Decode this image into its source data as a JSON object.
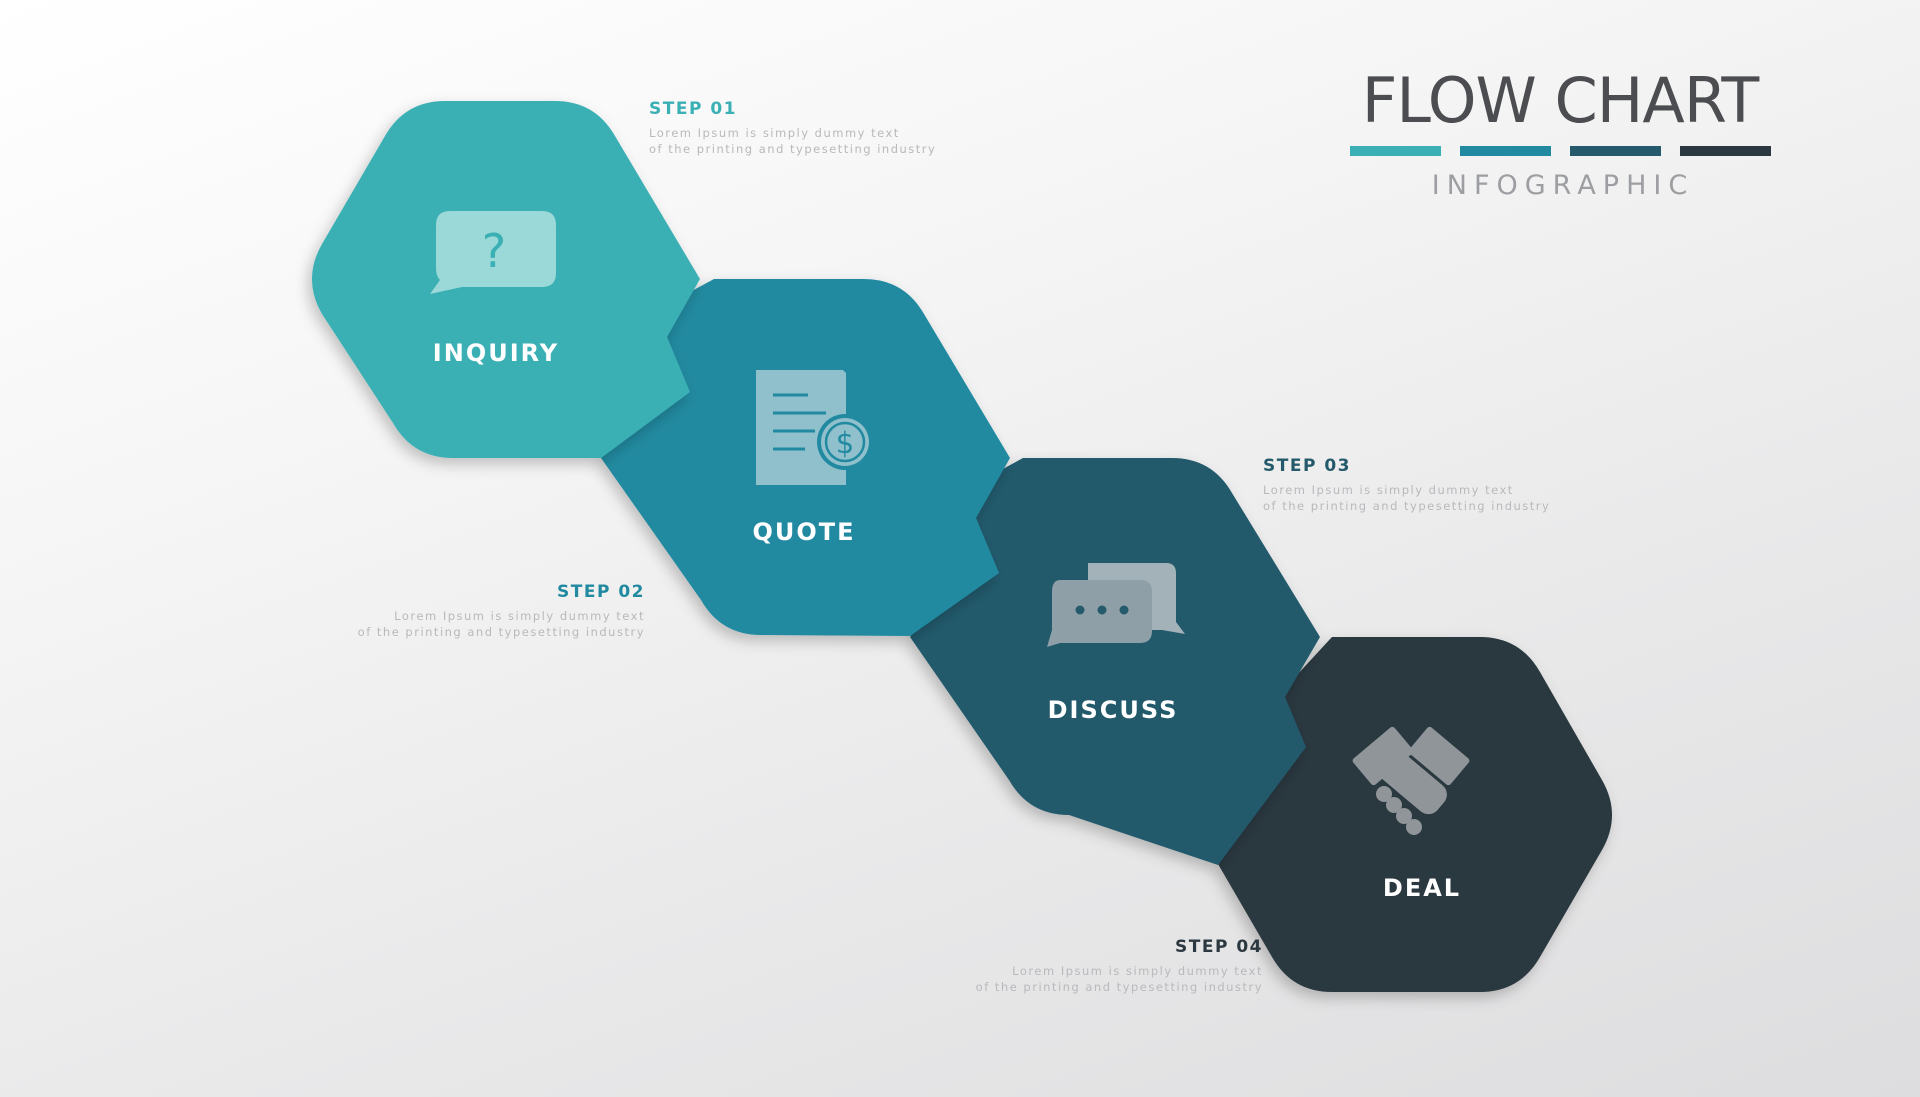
{
  "title": {
    "main": "FLOW CHART",
    "sub": "INFOGRAPHIC",
    "bar_colors": [
      "#3bb0b4",
      "#218aa0",
      "#245a6c",
      "#2c383f"
    ]
  },
  "steps": [
    {
      "number_label": "STEP 01",
      "name": "INQUIRY",
      "desc_line1": "Lorem Ipsum is simply dummy text",
      "desc_line2": "of the printing and typesetting industry",
      "color": "#3bb0b4",
      "icon": "question-bubble-icon"
    },
    {
      "number_label": "STEP 02",
      "name": "QUOTE",
      "desc_line1": "Lorem Ipsum is simply dummy text",
      "desc_line2": "of the printing and typesetting industry",
      "color": "#218aa0",
      "icon": "invoice-dollar-icon"
    },
    {
      "number_label": "STEP 03",
      "name": "DISCUSS",
      "desc_line1": "Lorem Ipsum is simply dummy text",
      "desc_line2": "of the printing and typesetting industry",
      "color": "#245a6c",
      "icon": "chat-bubbles-icon"
    },
    {
      "number_label": "STEP 04",
      "name": "DEAL",
      "desc_line1": "Lorem Ipsum is simply dummy text",
      "desc_line2": "of the printing and typesetting industry",
      "color": "#2c383f",
      "icon": "handshake-icon"
    }
  ]
}
